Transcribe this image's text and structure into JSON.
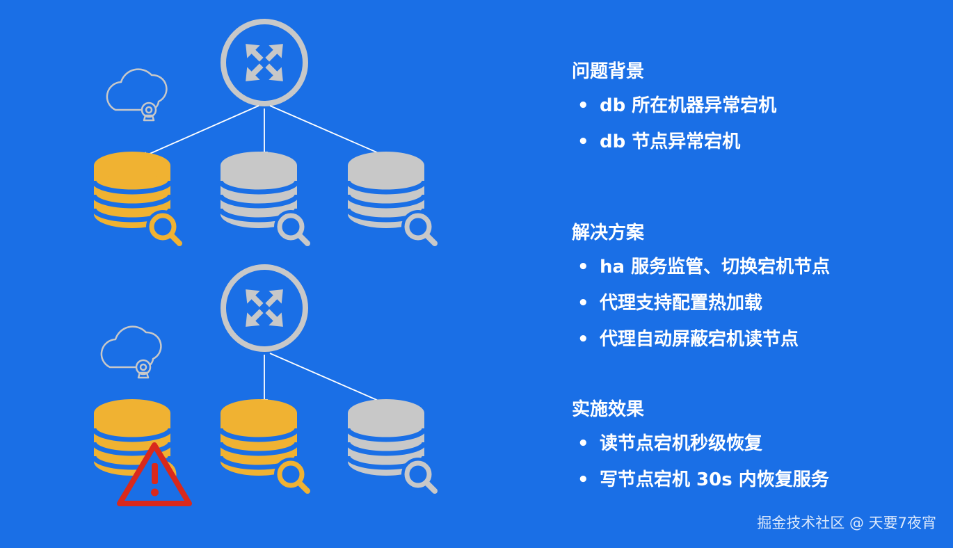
{
  "sections": [
    {
      "title": "问题背景",
      "items": [
        "db 所在机器异常宕机",
        "db 节点异常宕机"
      ]
    },
    {
      "title": "解决方案",
      "items": [
        "ha 服务监管、切换宕机节点",
        "代理支持配置热加载",
        "代理自动屏蔽宕机读节点"
      ]
    },
    {
      "title": "实施效果",
      "items": [
        "读节点宕机秒级恢复",
        "写节点宕机 30s 内恢复服务"
      ]
    }
  ],
  "bullet_symbol": "•",
  "watermark": "掘金技术社区 @ 天要7夜宵",
  "colors": {
    "background": "#1a6fe6",
    "node_gray": "#c8c8c8",
    "node_yellow": "#f0b232",
    "warning_red": "#d9291c",
    "text": "#ffffff"
  },
  "icons": [
    "router-icon",
    "cloud-monitor-icon",
    "database-search-icon",
    "warning-icon"
  ]
}
